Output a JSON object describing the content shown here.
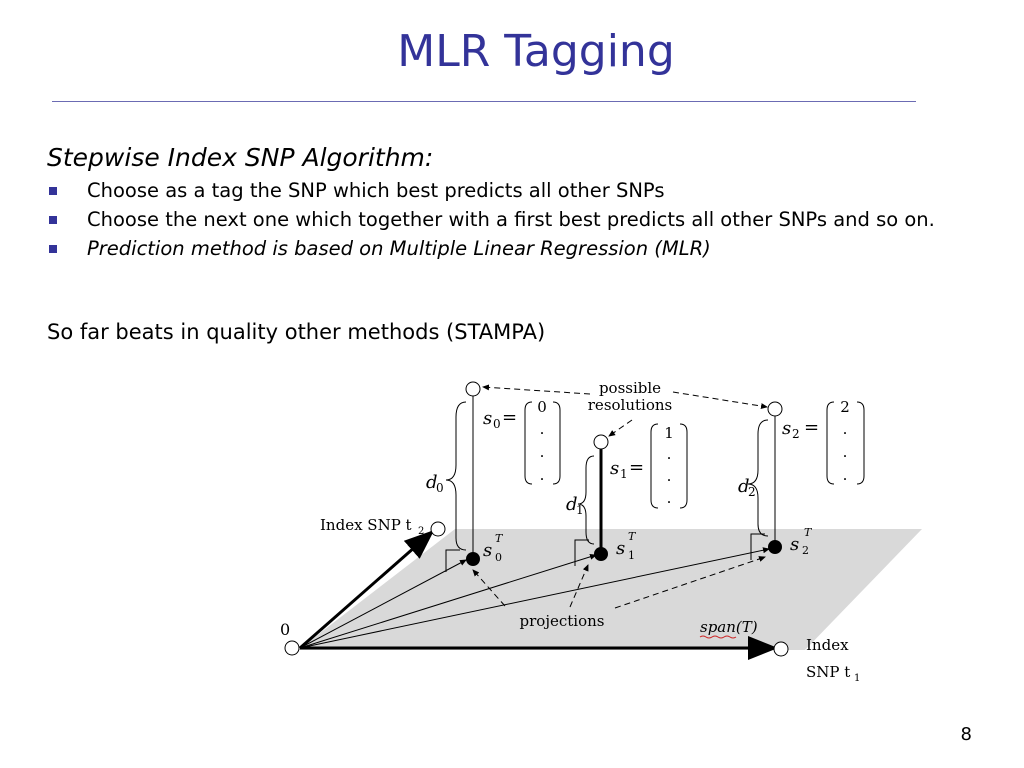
{
  "slide": {
    "title": "MLR Tagging",
    "intro": "Stepwise Index SNP Algorithm:",
    "bullets": [
      "Choose as a tag the SNP which best predicts all other SNPs",
      "Choose the next one which together with a first best predicts all other SNPs and so on.",
      "Prediction method is based on Multiple Linear Regression (MLR)"
    ],
    "summary": "So far beats in quality other methods (STAMPA)",
    "page_number": "8"
  },
  "diagram": {
    "labels": {
      "possible_resolutions_1": "possible",
      "possible_resolutions_2": "resolutions",
      "index_snp_t2": "Index SNP t",
      "t2_sub": "2",
      "origin": "0",
      "projections": "projections",
      "span_t": "span(T)",
      "index_t1_1": "Index",
      "index_t1_2": "SNP t",
      "t1_sub": "1",
      "s": "s",
      "d": "d",
      "T": "T",
      "eq": "=",
      "dot": "."
    },
    "vectors": {
      "s0_first": "0",
      "s1_first": "1",
      "s2_first": "2"
    },
    "colors": {
      "plane": "#d9d9d9",
      "title": "#333399",
      "bullet": "#333399"
    }
  }
}
